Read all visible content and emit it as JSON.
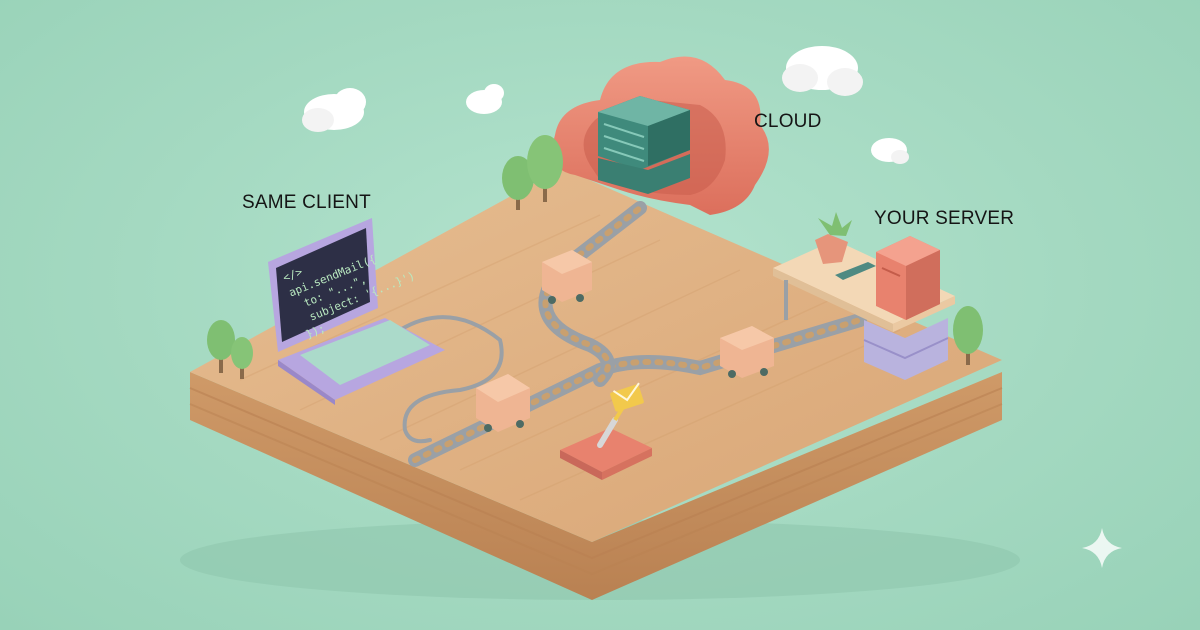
{
  "labels": {
    "client": "SAME CLIENT",
    "cloud": "CLOUD",
    "server": "YOUR SERVER"
  },
  "laptop_code": {
    "line1": "</>",
    "line2": "api.sendMail({",
    "line3": "to: \"...\",",
    "line4": "subject: '{...}')",
    "line5": "});"
  },
  "colors": {
    "background": "#a7dcc5",
    "board": "#dcae80",
    "cloud": "#e8826e",
    "server_rack": "#3f8a7c",
    "laptop": "#b7a6e0",
    "carts": "#efb593",
    "rails": "#9aa0a6",
    "trees": "#7fbf72"
  },
  "icons": {
    "lever_sign": "envelope-icon",
    "sparkle": "sparkle-icon"
  }
}
